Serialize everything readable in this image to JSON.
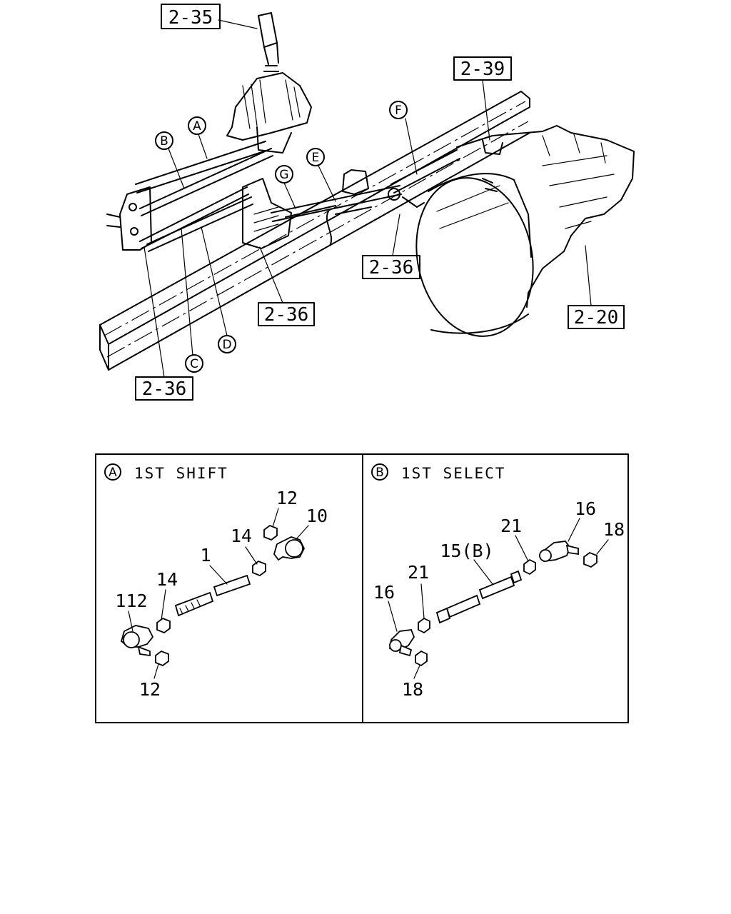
{
  "overview": {
    "references": [
      "2-35",
      "2-39",
      "2-36",
      "2-36",
      "2-20",
      "2-36"
    ],
    "circle_labels": [
      "A",
      "B",
      "C",
      "D",
      "E",
      "F",
      "G"
    ]
  },
  "panels": [
    {
      "id": "A",
      "title": "1ST SHIFT",
      "part_numbers": [
        "12",
        "10",
        "14",
        "1",
        "14",
        "112",
        "12"
      ]
    },
    {
      "id": "B",
      "title": "1ST SELECT",
      "part_numbers": [
        "16",
        "18",
        "21",
        "15(B)",
        "21",
        "16",
        "18"
      ]
    }
  ]
}
